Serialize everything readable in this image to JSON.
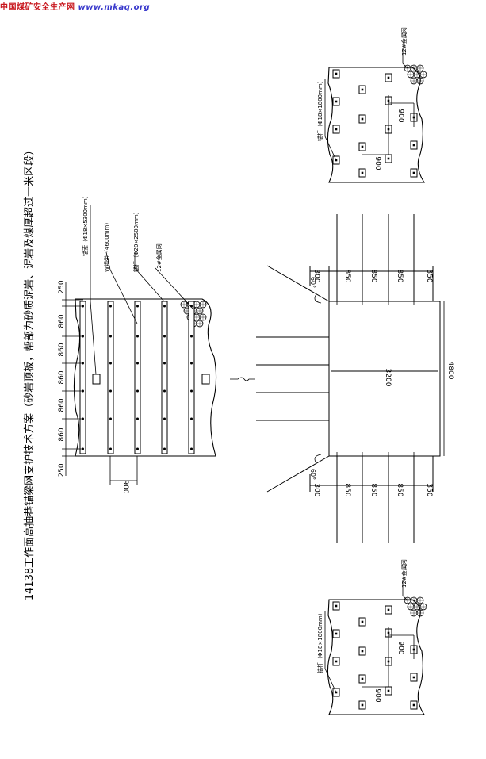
{
  "watermark": {
    "site": "中国煤矿安全生产网",
    "url": "www.mkaq.org"
  },
  "title": "14138工作面高抽巷锚梁网支护技术方案（砂岩顶板，帮部为砂质泥岩、泥岩及煤厚超过一米区段）",
  "roof_plan": {
    "labels": {
      "cable": "锚索（Φ18×5300mm）",
      "beam": "W钢带（4600mm）",
      "bolt": "锚杆（Φ20×2500mm）",
      "mesh": "12#金属网"
    },
    "spacings": [
      "250",
      "860",
      "860",
      "860",
      "860",
      "860",
      "250"
    ],
    "row_spacing": "900"
  },
  "cross_section": {
    "width": "3200",
    "height": "4800",
    "angle": "60°",
    "top_spacings": [
      "300",
      "850",
      "850",
      "850",
      "350"
    ],
    "bottom_spacings": [
      "300",
      "850",
      "850",
      "850",
      "350"
    ]
  },
  "rib_top": {
    "bolt_label": "锚杆（Φ18×1800mm）",
    "mesh_label": "12#金属网",
    "spacing_a": "900",
    "spacing_b": "900"
  },
  "rib_bottom": {
    "bolt_label": "锚杆（Φ18×1800mm）",
    "mesh_label": "12#金属网",
    "spacing_a": "900",
    "spacing_b": "900"
  }
}
